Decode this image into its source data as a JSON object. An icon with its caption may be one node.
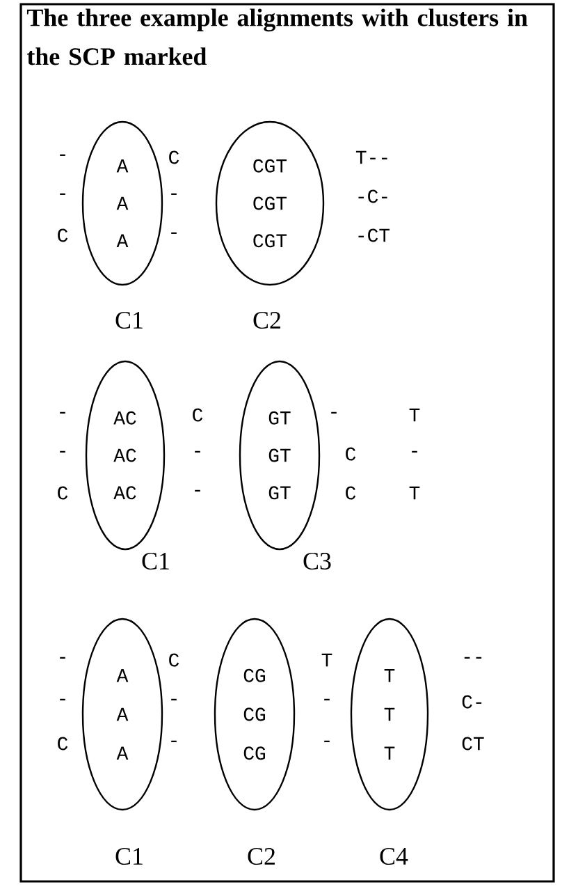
{
  "diagram": {
    "title": "The three example alignments with clusters in the SCP marked",
    "nodes": [
      {
        "text": [
          "A",
          "A",
          "A"
        ],
        "beside": [
          "C1"
        ]
      },
      {
        "text": [
          "CGT",
          "CGT",
          "CGT"
        ],
        "beside": [
          "C2"
        ]
      },
      {
        "text": [
          "AC",
          "AC",
          "AC"
        ],
        "beside": [
          "C1"
        ]
      },
      {
        "text": [
          "GT",
          "GT",
          "GT"
        ],
        "beside": [
          "C3"
        ]
      },
      {
        "text": [
          "A",
          "A",
          "A"
        ],
        "beside": [
          "C1"
        ]
      },
      {
        "text": [
          "CG",
          "CG",
          "CG"
        ],
        "beside": [
          "C2"
        ]
      },
      {
        "text": [
          "T",
          "T",
          "T"
        ],
        "beside": [
          "C4"
        ]
      }
    ],
    "labels": [
      "-",
      "C",
      "T--",
      "-",
      "-",
      "-C-",
      "C",
      "-",
      "-CT",
      "-",
      "C",
      "-",
      "T",
      "-",
      "-",
      "C",
      "-",
      "C",
      "-",
      "C",
      "T",
      "-",
      "C",
      "T",
      "--",
      "-",
      "-",
      "-",
      "C-",
      "C",
      "-",
      "-",
      "CT"
    ]
  }
}
